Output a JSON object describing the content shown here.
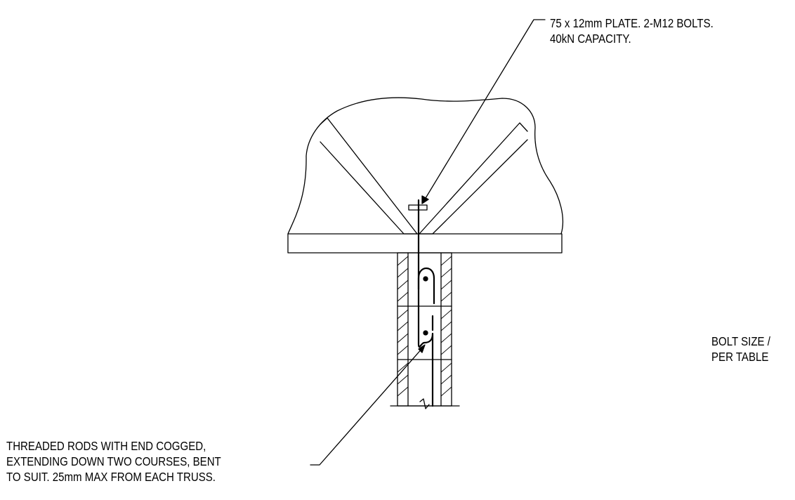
{
  "annotations": {
    "plate_line_1": "75 x 12mm PLATE. 2-M12 BOLTS.",
    "plate_line_2": "40kN CAPACITY.",
    "bolt_line_1": "BOLT SIZE /",
    "bolt_line_2": "PER TABLE",
    "rods_line_1": "THREADED RODS WITH END COGGED,",
    "rods_line_2": "EXTENDING DOWN TWO COURSES, BENT",
    "rods_line_3": "TO SUIT. 25mm MAX FROM EACH TRUSS."
  },
  "colors": {
    "line": "#000000",
    "background": "#ffffff"
  }
}
